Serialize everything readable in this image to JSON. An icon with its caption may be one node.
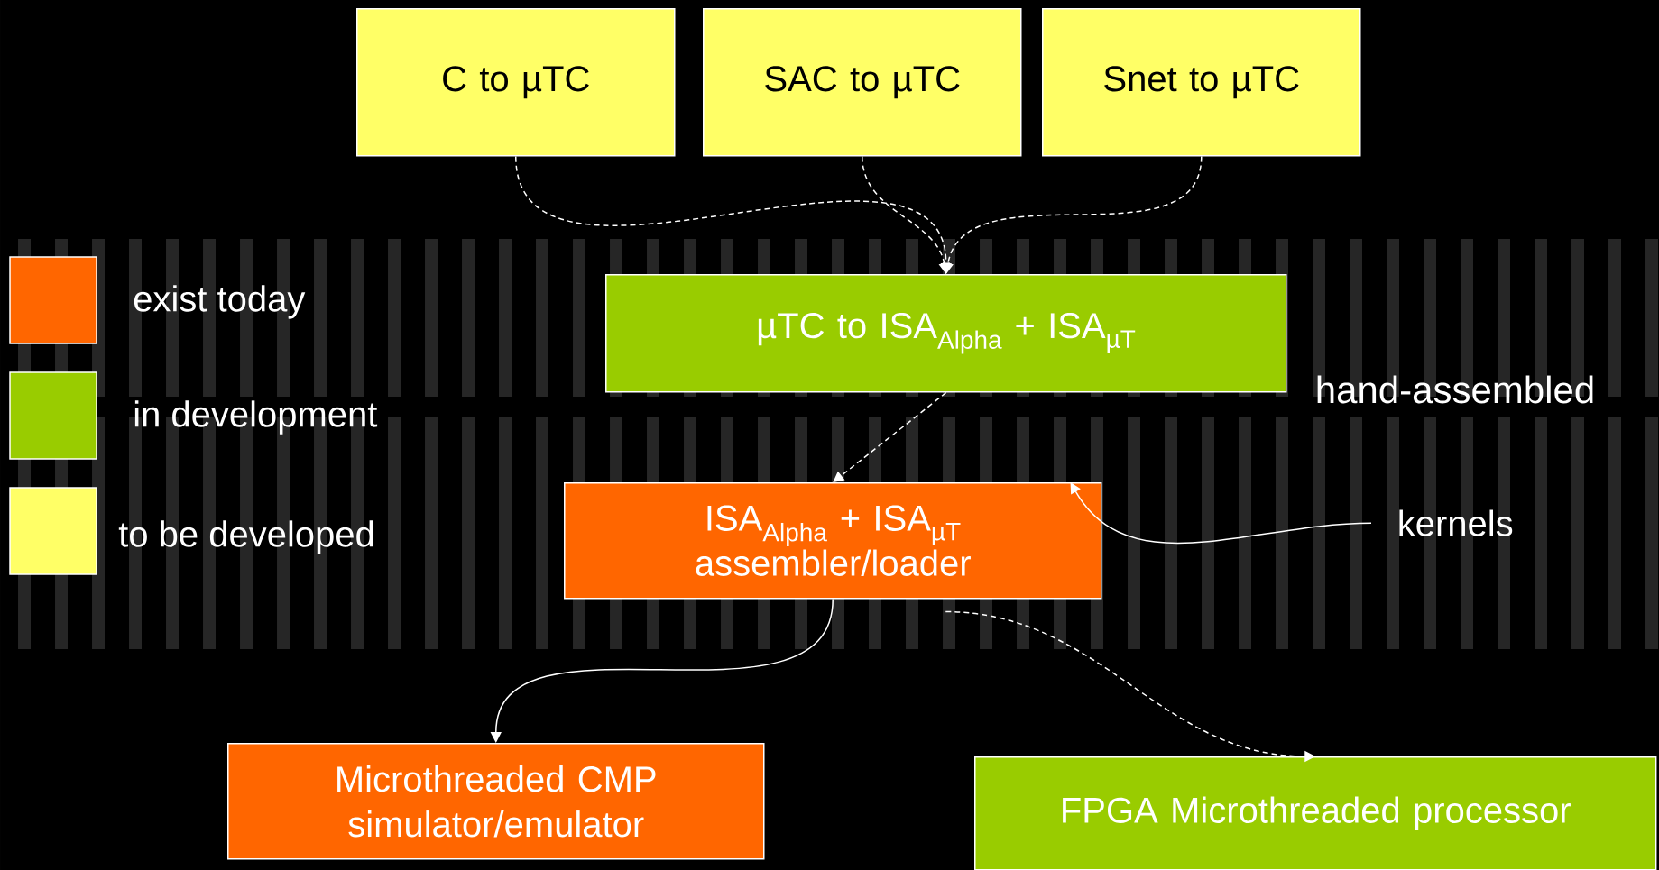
{
  "diagram": {
    "nodes": [
      {
        "text": [
          "C to µTC"
        ]
      },
      {
        "text": [
          "SAC to µTC"
        ]
      },
      {
        "text": [
          "Snet to µTC"
        ]
      },
      {
        "text": [
          "µTC to ISA$_{Alpha}$ + ISA$_{µT}$"
        ]
      },
      {
        "text": [
          "ISA$_{Alpha}$ + ISA$_{µT}$ assembler/loader"
        ]
      },
      {
        "text": [
          "kernels"
        ]
      },
      {
        "text": [
          "Microthreaded CMP simulator/emulator"
        ]
      },
      {
        "text": [
          "FPGA Microthreaded processor"
        ]
      }
    ],
    "edges": [
      {
        "from": 0,
        "to": 3,
        "arrow": "to",
        "style": "dashed"
      },
      {
        "from": 1,
        "to": 3,
        "arrow": "to",
        "style": "dashed"
      },
      {
        "from": 2,
        "to": 3,
        "arrow": "to",
        "style": "dashed"
      },
      {
        "from": 3,
        "to": 4,
        "arrow": "to",
        "style": "dashed"
      },
      {
        "from": 5,
        "to": 4,
        "arrow": "to"
      },
      {
        "from": 4,
        "to": 6,
        "arrow": "to"
      },
      {
        "from": 4,
        "to": 7,
        "arrow": "to",
        "style": "dashed"
      }
    ],
    "labels": [
      "hand-assembled"
    ],
    "legend": [
      {
        "text": "exist today",
        "color": "#ff6600"
      },
      {
        "text": "in development",
        "color": "#99cc00"
      },
      {
        "text": "to be developed",
        "color": "#ffff66"
      }
    ]
  }
}
